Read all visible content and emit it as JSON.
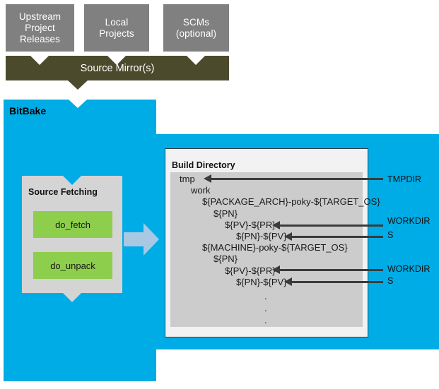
{
  "diagram": {
    "title": "BitBake Source Fetching",
    "colors": {
      "gray_box": "#808080",
      "olive_bar": "#4b4a2c",
      "bitbake_blue": "#00ace6",
      "panel_gray": "#d4d4d4",
      "task_green": "#8dce4c",
      "tree_gray": "#cccccc",
      "arrow_dark": "#3b3b3b",
      "flow_arrow_blue": "#a8c8e4"
    }
  },
  "sources": {
    "boxes": [
      {
        "label": "Upstream\nProject\nReleases",
        "name": "upstream-project-releases"
      },
      {
        "label": "Local\nProjects",
        "name": "local-projects"
      },
      {
        "label": "SCMs\n(optional)",
        "name": "scms-optional"
      }
    ]
  },
  "mirror": {
    "label": "Source Mirror(s)"
  },
  "bitbake": {
    "label": "BitBake"
  },
  "source_fetching": {
    "title": "Source Fetching",
    "tasks": [
      {
        "label": "do_fetch"
      },
      {
        "label": "do_unpack"
      }
    ]
  },
  "build_directory": {
    "title": "Build Directory",
    "tree": [
      {
        "text": "tmp",
        "indent": 0
      },
      {
        "text": "work",
        "indent": 1
      },
      {
        "text": "${PACKAGE_ARCH}-poky-${TARGET_OS}",
        "indent": 2
      },
      {
        "text": "${PN}",
        "indent": 3
      },
      {
        "text": "${PV}-${PR}",
        "indent": 4
      },
      {
        "text": "${PN}-${PV}",
        "indent": 5
      },
      {
        "text": "${MACHINE}-poky-${TARGET_OS}",
        "indent": 2
      },
      {
        "text": "${PN}",
        "indent": 3
      },
      {
        "text": "${PV}-${PR}",
        "indent": 4
      },
      {
        "text": "${PN}-${PV}",
        "indent": 5
      }
    ],
    "ellipsis": [
      ".",
      ".",
      "."
    ]
  },
  "pointers": [
    {
      "label": "TMPDIR",
      "target": "tmp"
    },
    {
      "label": "WORKDIR",
      "target": "${PV}-${PR}"
    },
    {
      "label": "S",
      "target": "${PN}-${PV}"
    },
    {
      "label": "WORKDIR",
      "target": "${PV}-${PR}"
    },
    {
      "label": "S",
      "target": "${PN}-${PV}"
    }
  ]
}
